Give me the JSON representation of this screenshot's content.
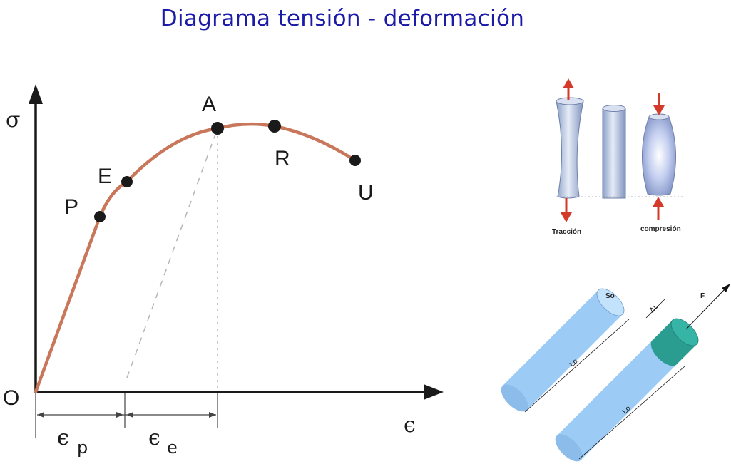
{
  "title": "Diagrama tensión - deformación",
  "graph": {
    "y_axis_symbol": "σ",
    "x_axis_symbol": "ϵ",
    "origin_label": "O",
    "points": [
      {
        "label": "P"
      },
      {
        "label": "E"
      },
      {
        "label": "A"
      },
      {
        "label": "R"
      },
      {
        "label": "U"
      }
    ],
    "strain_parts": [
      {
        "symbol": "ϵ",
        "subscript": "p"
      },
      {
        "symbol": "ϵ",
        "subscript": "e"
      }
    ]
  },
  "specimens": {
    "traction_label": "Tracción",
    "compression_label": "compresión"
  },
  "cylinder": {
    "area_label": "So",
    "length_label": "Lo",
    "length_label_2": "Lo",
    "delta_label": "ΔL",
    "force_label": "F"
  },
  "colors": {
    "title": "#1b1ba8",
    "curve": "#c8775a",
    "arrow_red": "#d33a2a",
    "cylinder_blue": "#9ccbf5",
    "cylinder_teal": "#2fa89a"
  }
}
